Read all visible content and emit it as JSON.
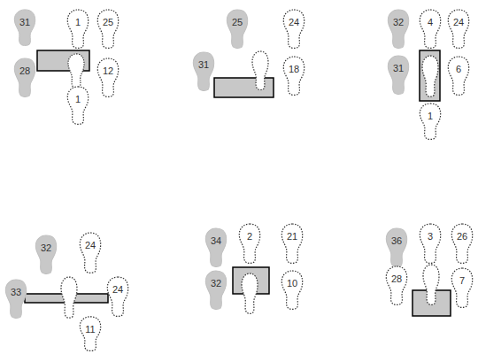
{
  "diagram": {
    "nodes": [
      {
        "text": [
          "31"
        ]
      },
      {
        "text": [
          "1"
        ]
      },
      {
        "text": [
          "25"
        ]
      },
      {
        "text": [
          "28"
        ]
      },
      {
        "text": [
          "12"
        ]
      },
      {
        "text": [
          "1"
        ]
      },
      {
        "text": [
          "25"
        ]
      },
      {
        "text": [
          "24"
        ]
      },
      {
        "text": [
          "31"
        ]
      },
      {
        "text": [
          "18"
        ]
      },
      {
        "text": [
          "32"
        ]
      },
      {
        "text": [
          "4"
        ]
      },
      {
        "text": [
          "24"
        ]
      },
      {
        "text": [
          "31"
        ]
      },
      {
        "text": [
          "6"
        ]
      },
      {
        "text": [
          "1"
        ]
      },
      {
        "text": [
          "32"
        ]
      },
      {
        "text": [
          "24"
        ]
      },
      {
        "text": [
          "33"
        ]
      },
      {
        "text": [
          "24"
        ]
      },
      {
        "text": [
          "11"
        ]
      },
      {
        "text": [
          "34"
        ]
      },
      {
        "text": [
          "2"
        ]
      },
      {
        "text": [
          "21"
        ]
      },
      {
        "text": [
          "32"
        ]
      },
      {
        "text": [
          "10"
        ]
      },
      {
        "text": [
          "36"
        ]
      },
      {
        "text": [
          "3"
        ]
      },
      {
        "text": [
          "26"
        ]
      },
      {
        "text": [
          "28"
        ]
      },
      {
        "text": [
          "7"
        ]
      }
    ]
  }
}
